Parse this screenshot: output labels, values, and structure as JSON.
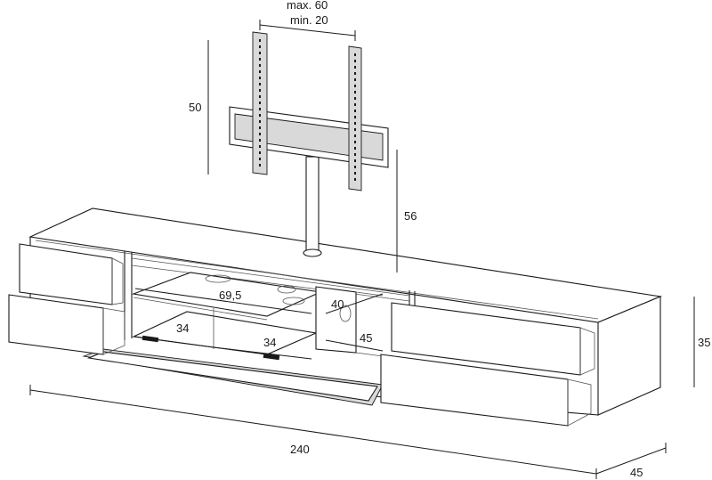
{
  "labels": {
    "bracket_max": "max. 60",
    "bracket_min": "min. 20",
    "bracket_height": "50",
    "mount_height": "56",
    "compartment_width": "69,5",
    "inner_depth": "40",
    "divider_depth": "45",
    "left_bay": "34",
    "right_bay": "34",
    "total_width": "240",
    "total_depth": "45",
    "total_height": "35"
  }
}
